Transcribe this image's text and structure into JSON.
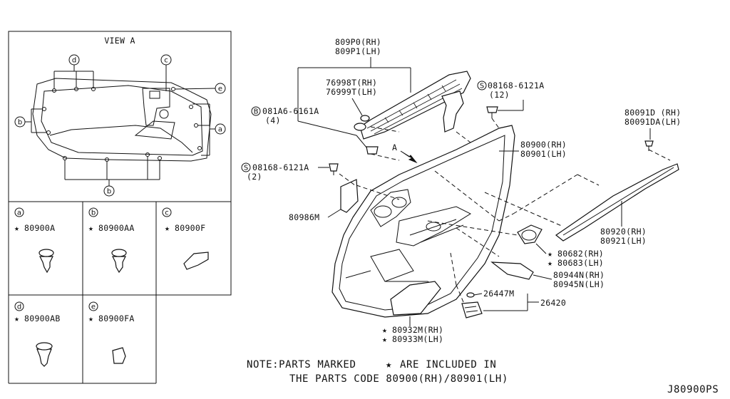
{
  "view_a": {
    "title": "VIEW A",
    "callout_letters": [
      "d",
      "c",
      "e",
      "b",
      "a",
      "b"
    ]
  },
  "legend": [
    {
      "letter": "a",
      "part": "80900A"
    },
    {
      "letter": "b",
      "part": "80900AA"
    },
    {
      "letter": "c",
      "part": "80900F"
    },
    {
      "letter": "d",
      "part": "80900AB"
    },
    {
      "letter": "e",
      "part": "80900FA"
    }
  ],
  "star_symbol": "★",
  "parts": {
    "p809P0": [
      "809P0(RH)",
      "809P1(LH)"
    ],
    "p76998T": [
      "76998T(RH)",
      "76999T(LH)"
    ],
    "p08168_top": [
      "08168-6121A",
      "(12)"
    ],
    "p081A6": [
      "081A6-6161A",
      "(4)"
    ],
    "p80091D": [
      "80091D (RH)",
      "80091DA(LH)"
    ],
    "p80900": [
      "80900(RH)",
      "80901(LH)"
    ],
    "p08168_left": [
      "08168-6121A",
      "(2)"
    ],
    "p80986M": "80986M",
    "p80920": [
      "80920(RH)",
      "80921(LH)"
    ],
    "p80682": [
      "80682(RH)",
      "80683(LH)"
    ],
    "p80944N": [
      "80944N(RH)",
      "80945N(LH)"
    ],
    "p26447M": "26447M",
    "p26420": "26420",
    "p80932M": [
      "80932M(RH)",
      "80933M(LH)"
    ],
    "view_arrow": "A",
    "circled_s": "S",
    "circled_b": "B"
  },
  "note": {
    "line1_a": "NOTE:PARTS MARKED",
    "line1_b": "ARE INCLUDED IN",
    "line2": "THE PARTS CODE 80900(RH)/80901(LH)"
  },
  "diagram_code": "J80900PS"
}
